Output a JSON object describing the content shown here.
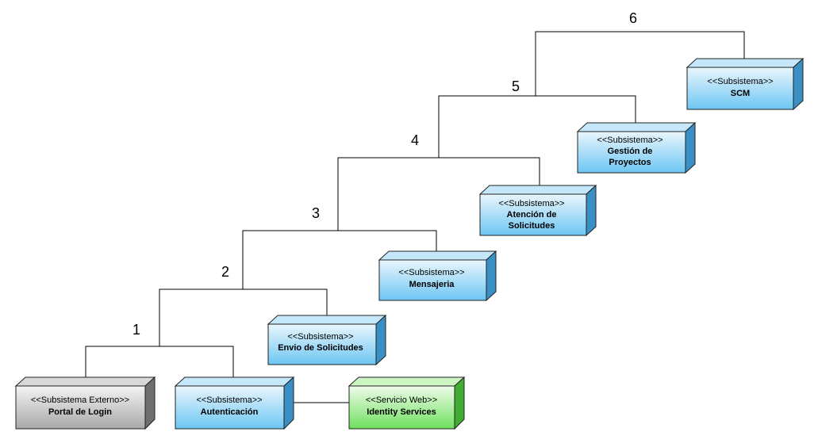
{
  "nodes": [
    {
      "id": "portal-login",
      "stereotype": "<<Subsistema Externo>>",
      "title": [
        "Portal de Login"
      ],
      "kind": "external"
    },
    {
      "id": "autenticacion",
      "stereotype": "<<Subsistema>>",
      "title": [
        "Autenticación"
      ],
      "kind": "subsystem"
    },
    {
      "id": "identity-services",
      "stereotype": "<<Servicio Web>>",
      "title": [
        "Identity Services"
      ],
      "kind": "webservice"
    },
    {
      "id": "envio-solicitudes",
      "stereotype": "<<Subsistema>>",
      "title": [
        "Envio de Solicitudes"
      ],
      "kind": "subsystem"
    },
    {
      "id": "mensajeria",
      "stereotype": "<<Subsistema>>",
      "title": [
        "Mensajeria"
      ],
      "kind": "subsystem"
    },
    {
      "id": "atencion-solicitudes",
      "stereotype": "<<Subsistema>>",
      "title": [
        "Atención de",
        "Solicitudes"
      ],
      "kind": "subsystem"
    },
    {
      "id": "gestion-proyectos",
      "stereotype": "<<Subsistema>>",
      "title": [
        "Gestión de",
        "Proyectos"
      ],
      "kind": "subsystem"
    },
    {
      "id": "scm",
      "stereotype": "<<Subsistema>>",
      "title": [
        "SCM"
      ],
      "kind": "subsystem"
    }
  ],
  "levels": [
    "1",
    "2",
    "3",
    "4",
    "5",
    "6"
  ],
  "colors": {
    "subsystem_top": "#eaf6fd",
    "subsystem_bottom": "#6cc6f3",
    "external_top": "#f2f2f2",
    "external_bottom": "#a8a8a8",
    "webservice_top": "#effcea",
    "webservice_bottom": "#6ee05e"
  }
}
